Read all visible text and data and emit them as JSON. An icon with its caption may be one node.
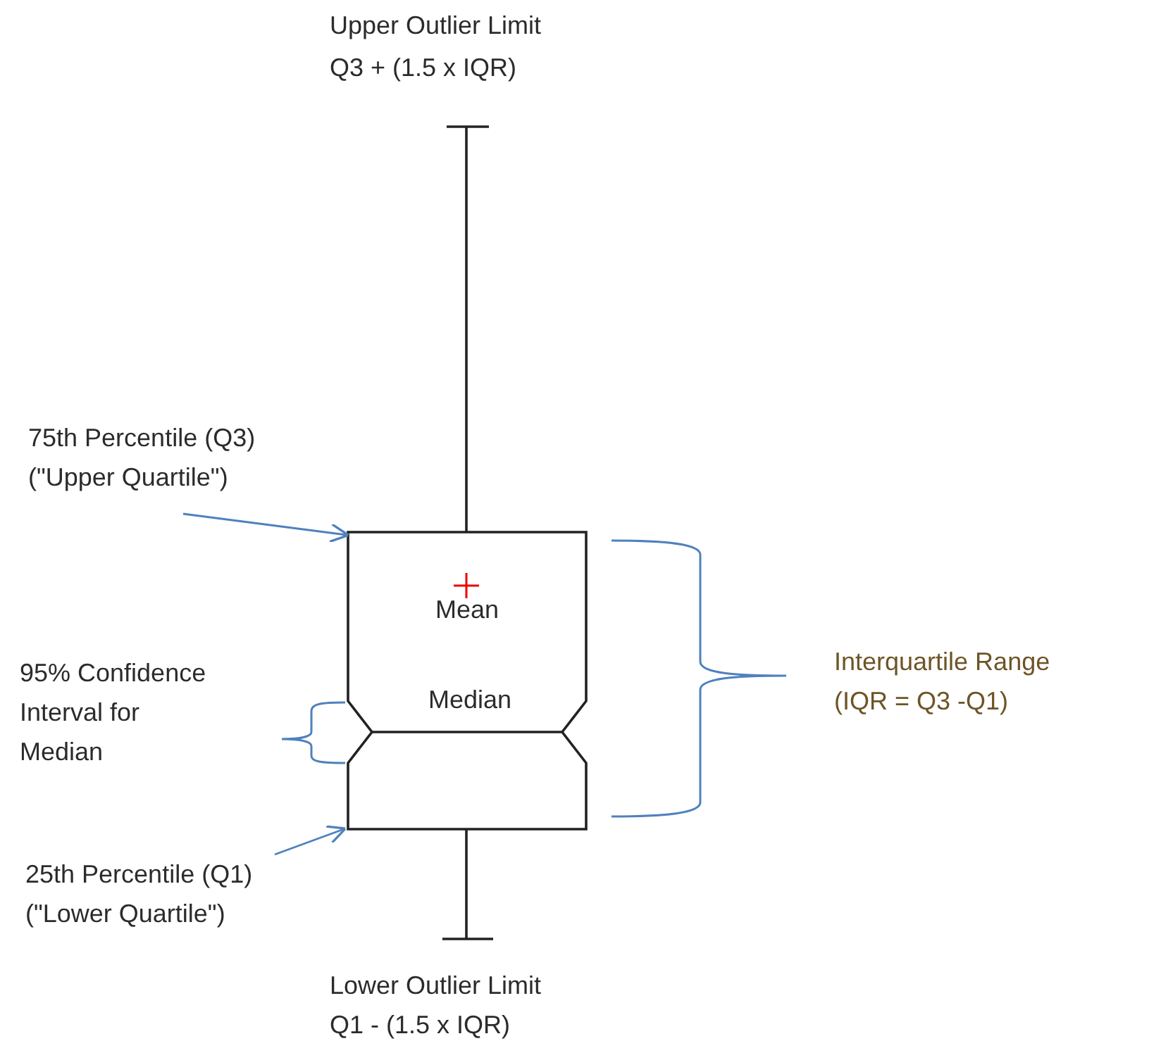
{
  "diagram": {
    "nodes": [
      {
        "text": [
          "75th Percentile (Q3) (\"Upper Quartile\")"
        ]
      },
      {
        "text": [
          "Mean",
          "Median"
        ]
      },
      {
        "text": [
          "25th Percentile (Q1) (\"Lower Quartile\")"
        ]
      }
    ],
    "edges": [
      {
        "from": 0,
        "to": 1,
        "arrow": "to"
      },
      {
        "from": 2,
        "to": 1,
        "arrow": "to"
      }
    ],
    "labels": [
      "Upper Outlier Limit",
      "Q3 + (1.5 x IQR)",
      "95% Confidence Interval for Median",
      "Interquartile Range (IQR = Q3 -Q1)",
      "Lower Outlier Limit",
      "Q1 - (1.5 x IQR)"
    ]
  }
}
